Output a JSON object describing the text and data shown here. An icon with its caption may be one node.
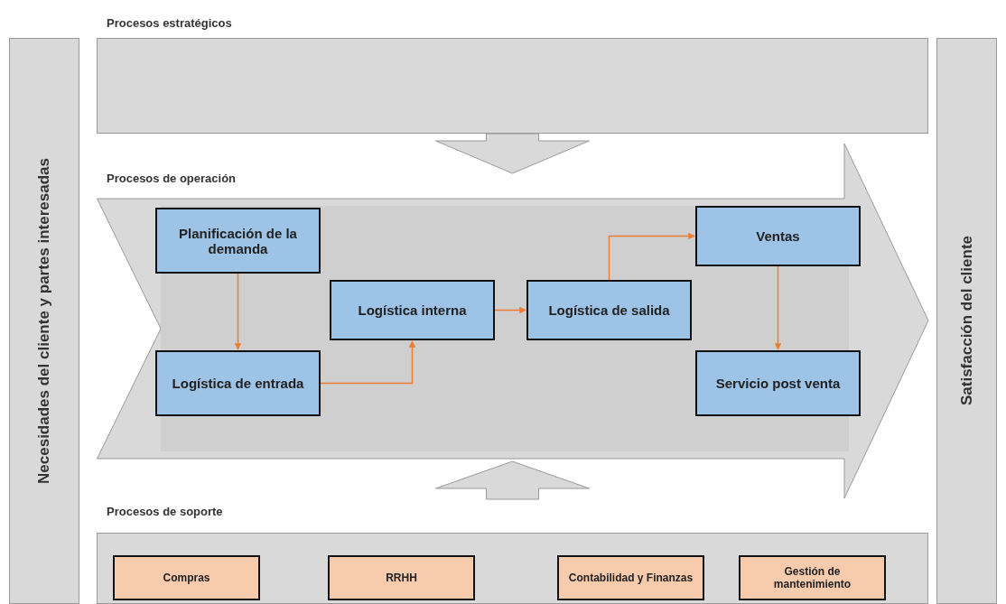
{
  "diagram": {
    "nodes": [
      {
        "text": [
          "Necesidades del cliente y partes interesadas"
        ]
      },
      {
        "text": [
          "Procesos estratégicos"
        ]
      },
      {
        "text": [
          "Procesos de operación"
        ]
      },
      {
        "text": [
          "Planificación de la demanda"
        ],
        "in": 2
      },
      {
        "text": [
          "Logística de entrada"
        ],
        "in": 2
      },
      {
        "text": [
          "Logística interna"
        ],
        "in": 2
      },
      {
        "text": [
          "Logística de salida"
        ],
        "in": 2
      },
      {
        "text": [
          "Ventas"
        ],
        "in": 2
      },
      {
        "text": [
          "Servicio post venta"
        ],
        "in": 2
      },
      {
        "text": [
          "Procesos de soporte"
        ]
      },
      {
        "text": [
          "Compras"
        ],
        "in": 9
      },
      {
        "text": [
          "RRHH"
        ],
        "in": 9
      },
      {
        "text": [
          "Contabilidad y Finanzas"
        ],
        "in": 9
      },
      {
        "text": [
          "Gestión de mantenimiento"
        ],
        "in": 9
      },
      {
        "text": [
          "Satisfacción del cliente"
        ]
      }
    ],
    "edges": [
      {
        "from": 1,
        "to": 2,
        "arrow": "to",
        "style": "thick",
        "color": "#d9d9d9"
      },
      {
        "from": 3,
        "to": 4,
        "arrow": "to"
      },
      {
        "from": 4,
        "to": 5,
        "arrow": "to"
      },
      {
        "from": 5,
        "to": 6,
        "arrow": "to"
      },
      {
        "from": 6,
        "to": 7,
        "arrow": "to"
      },
      {
        "from": 7,
        "to": 8,
        "arrow": "to"
      },
      {
        "from": 9,
        "to": 2,
        "arrow": "to",
        "style": "thick",
        "color": "#d9d9d9"
      }
    ]
  }
}
